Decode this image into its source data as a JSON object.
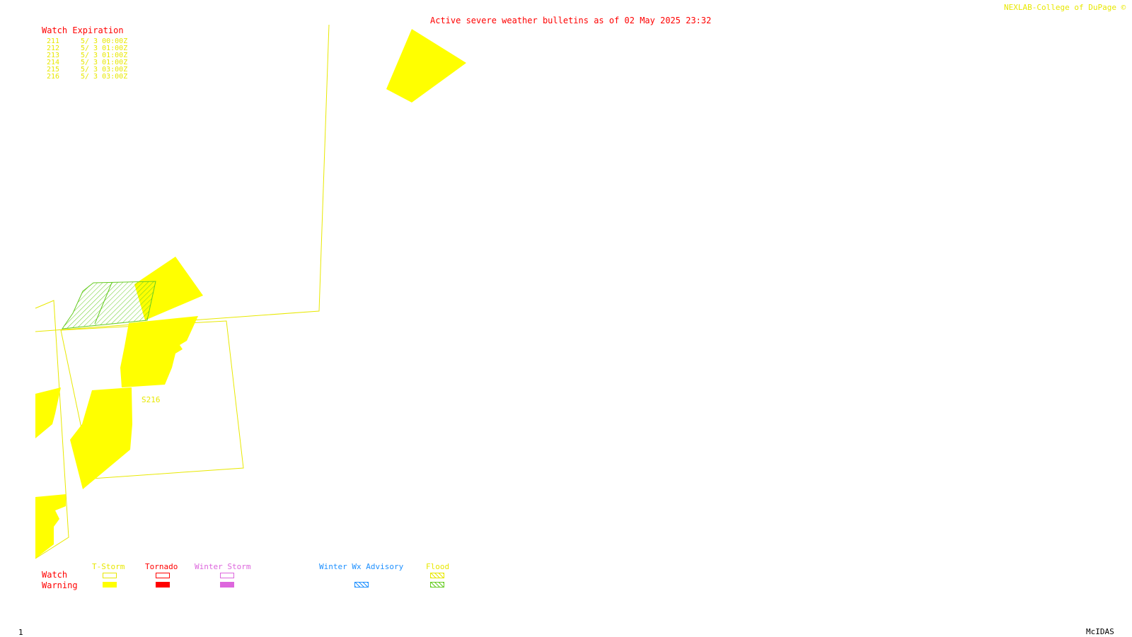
{
  "header": {
    "bulletin_title": "Active severe weather bulletins as of 02 May 2025 23:32",
    "credit": "NEXLAB-College of DuPage ©"
  },
  "watch_expiration": {
    "title": "Watch Expiration",
    "rows": [
      {
        "id": "211",
        "time": "5/ 3 00:00Z"
      },
      {
        "id": "212",
        "time": "5/ 3 01:00Z"
      },
      {
        "id": "213",
        "time": "5/ 3 01:00Z"
      },
      {
        "id": "214",
        "time": "5/ 3 01:00Z"
      },
      {
        "id": "215",
        "time": "5/ 3 03:00Z"
      },
      {
        "id": "216",
        "time": "5/ 3 03:00Z"
      }
    ]
  },
  "map": {
    "watch_label": "S216"
  },
  "legend": {
    "row_labels": {
      "watch": "Watch",
      "warning": "Warning"
    },
    "categories": [
      {
        "label": "T-Storm",
        "color": "#e8e800"
      },
      {
        "label": "Tornado",
        "color": "#ff0000"
      },
      {
        "label": "Winter Storm",
        "color": "#dd66dd"
      },
      {
        "label": "Winter Wx Advisory",
        "color": "#1e90ff"
      },
      {
        "label": "Flood",
        "color": "#e8e800",
        "warning_color": "#66cc22"
      }
    ]
  },
  "footer": {
    "frame_number": "1",
    "software": "McIDAS"
  },
  "colors": {
    "title_red": "#ff0000",
    "tstorm_yellow": "#ffff00",
    "flood_green": "#66cc22"
  }
}
